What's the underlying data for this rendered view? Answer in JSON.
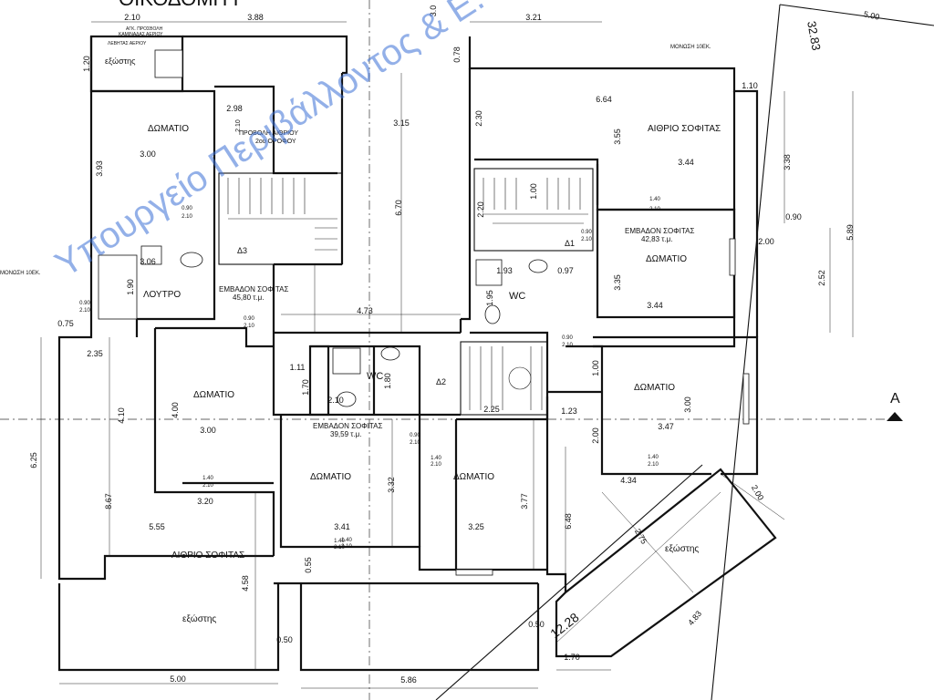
{
  "title": "ΟΙΚΟΔΟΜΗ Ι",
  "watermark": "Υπουργείο Περιβάλλοντος & Ε.",
  "section_marker": "A",
  "labels": [
    {
      "text": "ΔΩΜΑΤΙΟ"
    },
    {
      "text": "ΠΡΟΒΟΛΗ ΑΙΘΡΙΟΥ"
    },
    {
      "text": "2ου ΟΡΟΦΟΥ"
    },
    {
      "text": "ΑΙΘΡΙΟ ΣΟΦΙΤΑΣ"
    },
    {
      "text": "ΕΜΒΑΔΟΝ ΣΟΦΙΤΑΣ"
    },
    {
      "text": "42,83 τ.μ."
    },
    {
      "text": "ΔΩΜΑΤΙΟ"
    },
    {
      "text": "ΛΟΥΤΡΟ"
    },
    {
      "text": "ΕΜΒΑΔΟΝ ΣΟΦΙΤΑΣ"
    },
    {
      "text": "45,80 τ.μ."
    },
    {
      "text": "Δ3"
    },
    {
      "text": "Δ1"
    },
    {
      "text": "WC"
    },
    {
      "text": "WC"
    },
    {
      "text": "Δ2"
    },
    {
      "text": "ΔΩΜΑΤΙΟ"
    },
    {
      "text": "ΔΩΜΑΤΙΟ"
    },
    {
      "text": "ΕΜΒΑΔΟΝ ΣΟΦΙΤΑΣ"
    },
    {
      "text": "39,59 τ.μ."
    },
    {
      "text": "ΔΩΜΑΤΙΟ"
    },
    {
      "text": "ΔΩΜΑΤΙΟ"
    },
    {
      "text": "ΑΙΘΡΙΟ ΣΟΦΙΤΑΣ"
    },
    {
      "text": "εξώστης"
    },
    {
      "text": "εξώστης"
    },
    {
      "text": "εξώστης"
    },
    {
      "text": "ΜΟΝΩΣΗ 10ΕΚ."
    },
    {
      "text": "ΜΟΝΩΣΗ 10ΕΚ."
    },
    {
      "text": "ΛΕΒΗΤΑΣ ΑΕΡΙΟΥ"
    },
    {
      "text": "ΑΓΚ. ΠΡΟΣΒΟΛΗ"
    },
    {
      "text": "ΚΑΜΙΝΑΔΑΣ ΑΕΡΙΟΥ"
    }
  ],
  "dimensions": [
    "2.10",
    "3.88",
    "3.0",
    "3.21",
    "5.00",
    "32.83",
    "1.20",
    "0.78",
    "1.10",
    "2.98",
    "3.15",
    "6.64",
    "2.30",
    "2.10",
    "3.55",
    "3.00",
    "3.93",
    "3.44",
    "3.38",
    "0.90",
    "2.10",
    "6.70",
    "2.20",
    "1.00",
    "1.40",
    "2.10",
    "0.90",
    "2.00",
    "5.89",
    "3.06",
    "1.93",
    "0.97",
    "2.52",
    "1.90",
    "0.90",
    "2.10",
    "3.35",
    "1.95",
    "3.44",
    "4.73",
    "0.75",
    "0.90",
    "2.10",
    "0.90",
    "2.10",
    "2.35",
    "1.11",
    "1.80",
    "1.00",
    "4.10",
    "1.70",
    "2.10",
    "2.25",
    "1.23",
    "3.00",
    "6.25",
    "4.00",
    "3.00",
    "2.00",
    "3.47",
    "0.90",
    "2.10",
    "1.40",
    "2.10",
    "3.32",
    "4.34",
    "2.00",
    "1.40",
    "2.10",
    "3.20",
    "3.77",
    "8.67",
    "6.48",
    "5.55",
    "3.41",
    "3.25",
    "2.75",
    "4.58",
    "0.55",
    "1.40",
    "2.10",
    "4.83",
    "12.28",
    "0.50",
    "0.50",
    "1.70",
    "5.00",
    "5.86",
    "1.40",
    "2.10",
    "1.40",
    "2.10",
    "0.90",
    "2.10"
  ]
}
